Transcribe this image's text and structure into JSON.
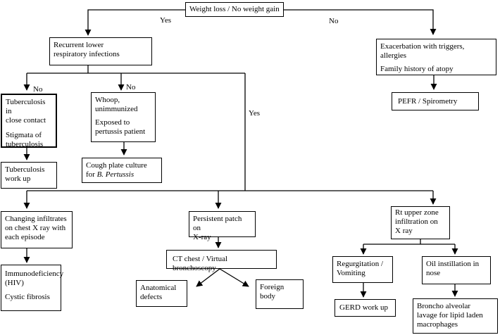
{
  "nodes": {
    "root": "Weight loss / No weight gain",
    "recurrent": [
      "Recurrent lower",
      "respiratory infections"
    ],
    "exacerbation": [
      "Exacerbation with triggers, allergies",
      "Family history of atopy"
    ],
    "pefr": "PEFR / Spirometry",
    "tb": [
      "Tuberculosis in",
      "close contact",
      "Stigmata of",
      "tuberculosis"
    ],
    "tb_workup": [
      "Tuberculosis",
      "work up"
    ],
    "whoop": [
      "Whoop,",
      "unimmunized",
      "Exposed to",
      "pertussis patient"
    ],
    "cough": [
      "Cough plate culture",
      "for ",
      "B. Pertussis"
    ],
    "changing": [
      "Changing infiltrates",
      "on chest X ray with",
      "each episode"
    ],
    "immuno": [
      "Immunodeficiency",
      "(HIV)",
      "Cystic fibrosis"
    ],
    "persistent": [
      "Persistent patch on",
      "X-ray"
    ],
    "ct": "CT chest / Virtual bronchoscopy",
    "anatomical": [
      "Anatomical",
      "defects"
    ],
    "foreign": [
      "Foreign",
      "body"
    ],
    "rtupper": [
      "Rt upper zone",
      "infiltration on",
      "X ray"
    ],
    "regurg": [
      "Regurgitation /",
      "Vomiting"
    ],
    "gerd": "GERD work up",
    "oil": [
      "Oil instillation in",
      "nose"
    ],
    "broncho": [
      "Broncho alveolar",
      "lavage for lipid laden",
      "macrophages"
    ]
  },
  "edge_labels": {
    "yes_top": "Yes",
    "no_top": "No",
    "no_tb": "No",
    "no_whoop": "No",
    "yes_mid": "Yes"
  }
}
